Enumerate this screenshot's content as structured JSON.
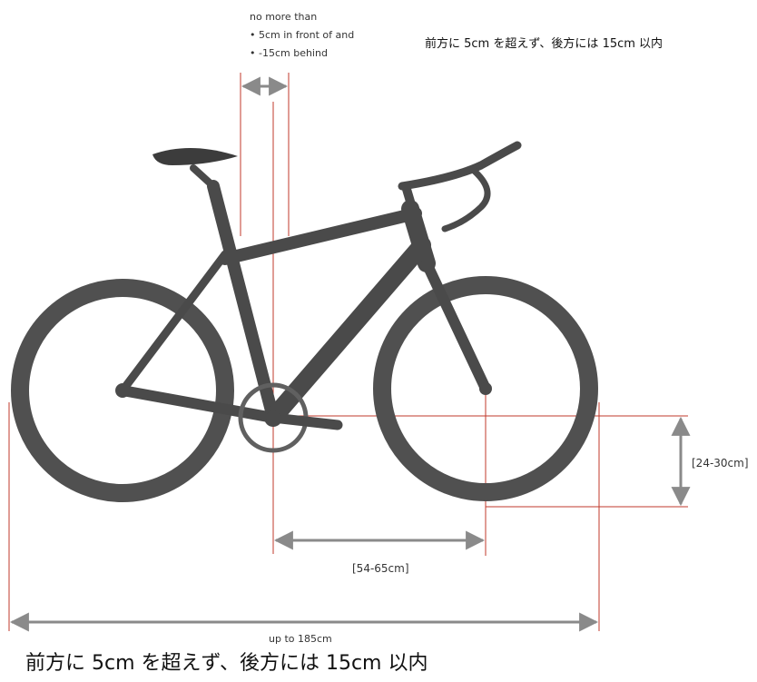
{
  "diagram": {
    "note": {
      "heading": "no more than",
      "line1": "• 5cm in front of and",
      "line2": "• -15cm behind"
    },
    "jp_note": "前方に 5cm を超えず、後方には 15cm 以内",
    "dimensions": {
      "bb_height": "[24-30cm]",
      "front_center": "[54-65cm]",
      "overall_length": "up to 185cm"
    },
    "colors": {
      "bike": "#4a4a4a",
      "tire": "#505050",
      "guide_line": "#c0392b",
      "dimension_arrow": "#8a8a8a"
    }
  },
  "caption": "前方に 5cm を超えず、後方には 15cm 以内"
}
